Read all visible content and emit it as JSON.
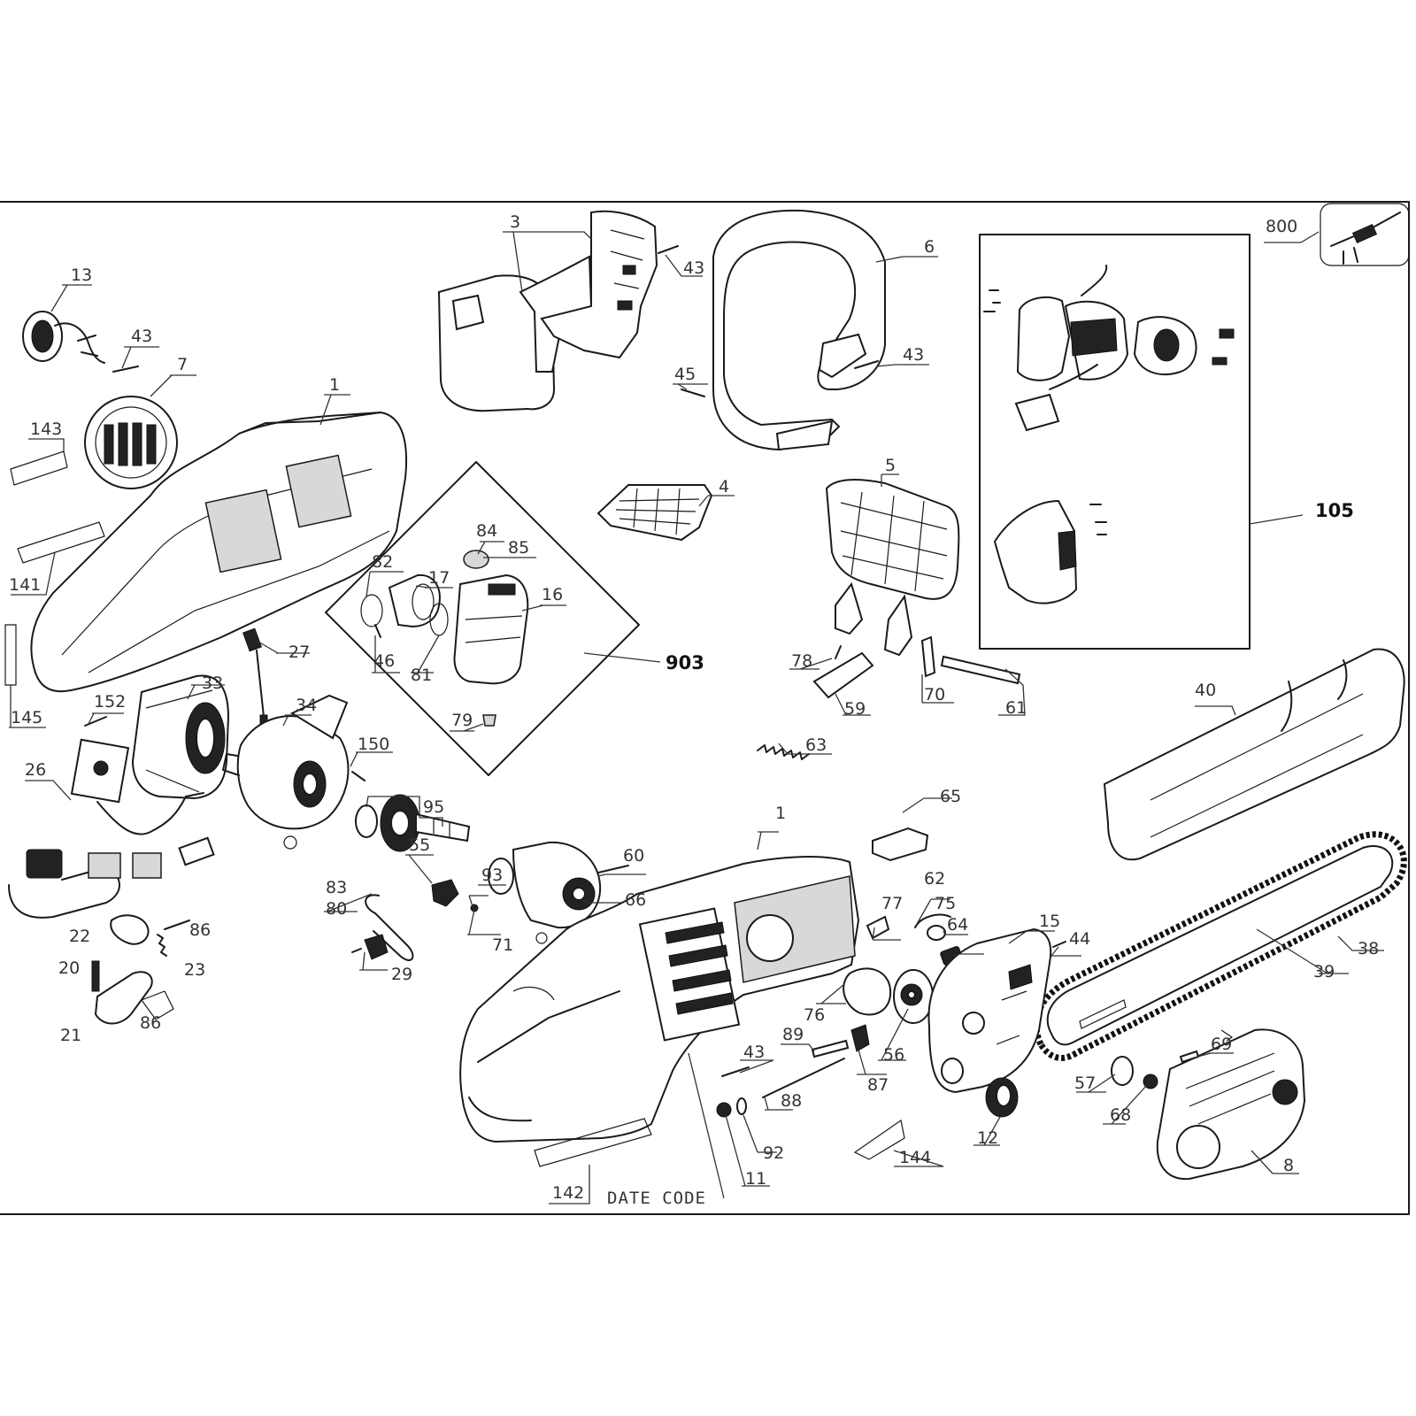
{
  "labels": {
    "l1a": "1",
    "l1b": "1",
    "l3": "3",
    "l4": "4",
    "l5": "5",
    "l6": "6",
    "l7": "7",
    "l8": "8",
    "l11": "11",
    "l12": "12",
    "l13": "13",
    "l15": "15",
    "l16": "16",
    "l17": "17",
    "l20": "20",
    "l21": "21",
    "l22": "22",
    "l23": "23",
    "l26": "26",
    "l27": "27",
    "l29": "29",
    "l33": "33",
    "l34": "34",
    "l38": "38",
    "l39": "39",
    "l40": "40",
    "l43a": "43",
    "l43b": "43",
    "l43c": "43",
    "l43d": "43",
    "l44": "44",
    "l45": "45",
    "l46": "46",
    "l55": "55",
    "l56": "56",
    "l57": "57",
    "l59": "59",
    "l60": "60",
    "l61": "61",
    "l62": "62",
    "l63": "63",
    "l64": "64",
    "l65": "65",
    "l66": "66",
    "l68": "68",
    "l69": "69",
    "l70": "70",
    "l71": "71",
    "l75": "75",
    "l76": "76",
    "l77": "77",
    "l78": "78",
    "l79": "79",
    "l80": "80",
    "l81": "81",
    "l82": "82",
    "l83": "83",
    "l84": "84",
    "l85": "85",
    "l86a": "86",
    "l86b": "86",
    "l87": "87",
    "l88": "88",
    "l89": "89",
    "l92": "92",
    "l93": "93",
    "l95": "95",
    "l105": "105",
    "l141": "141",
    "l142": "142",
    "l143": "143",
    "l144": "144",
    "l145": "145",
    "l150": "150",
    "l152": "152",
    "l800": "800",
    "l903": "903",
    "date_code": "DATE CODE"
  }
}
